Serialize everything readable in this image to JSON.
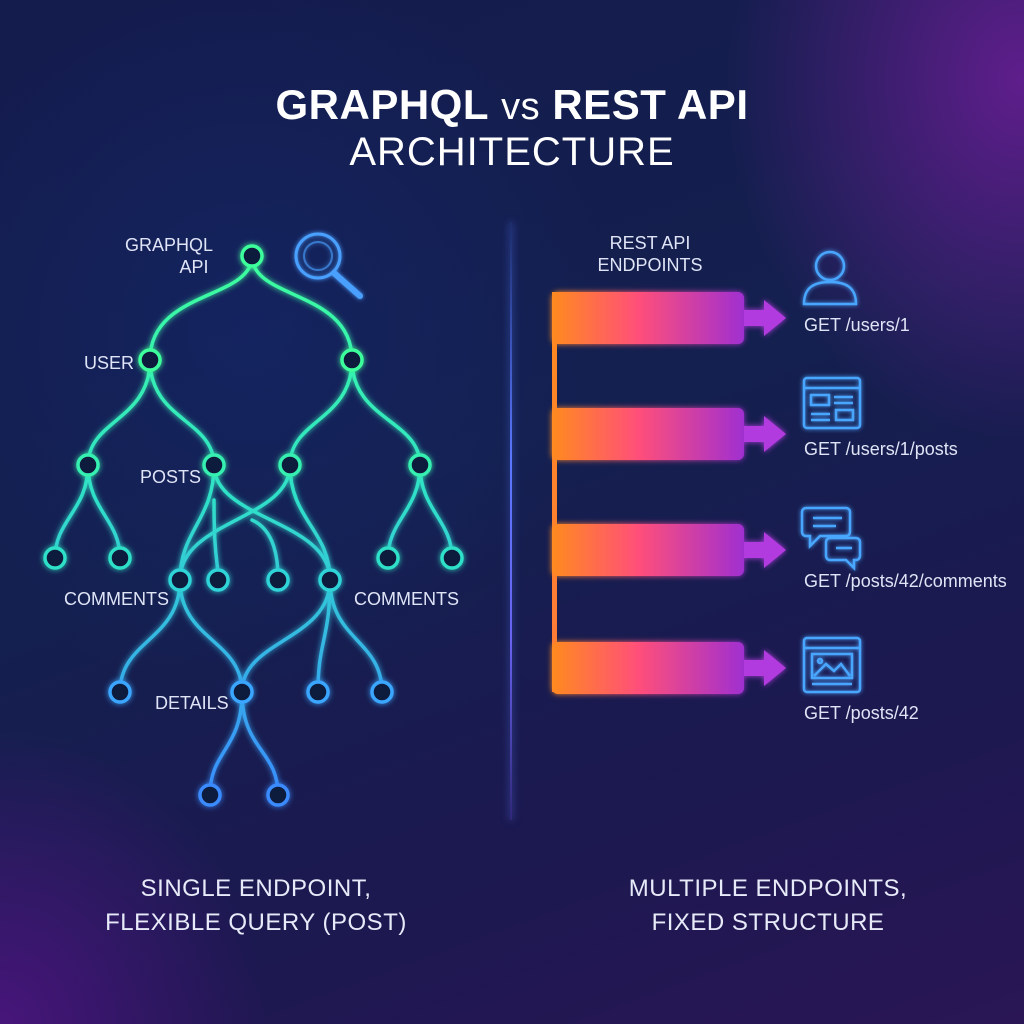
{
  "title": {
    "part1": "GRAPHQL",
    "vs": "vs",
    "part2": "REST API",
    "line2": "ARCHITECTURE"
  },
  "graphql": {
    "api_label_1": "GRAPHQL",
    "api_label_2": "API",
    "user_label": "USER",
    "posts_label": "POSTS",
    "comments_label_left": "COMMENTS",
    "comments_label_right": "COMMENTS",
    "details_label": "DETAILS",
    "search_icon": "search-icon",
    "tree_colors": {
      "top": "#3dff9c",
      "middle": "#2fe0c8",
      "bottom": "#3a8bff"
    },
    "caption_line_1": "SINGLE ENDPOINT,",
    "caption_line_2": "FLEXIBLE QUERY (POST)"
  },
  "rest": {
    "header_1": "REST API",
    "header_2": "ENDPOINTS",
    "bar_colors": {
      "start": "#ff8a1f",
      "mid": "#ff4f7a",
      "end": "#a02fd0"
    },
    "endpoints": [
      {
        "label": "GET /users/1",
        "icon": "user-icon"
      },
      {
        "label": "GET /users/1/posts",
        "icon": "web-page-icon"
      },
      {
        "label": "GET /posts/42/comments",
        "icon": "chat-bubbles-icon"
      },
      {
        "label": "GET /posts/42",
        "icon": "image-page-icon"
      }
    ],
    "caption_line_1": "MULTIPLE ENDPOINTS,",
    "caption_line_2": "FIXED STRUCTURE"
  }
}
